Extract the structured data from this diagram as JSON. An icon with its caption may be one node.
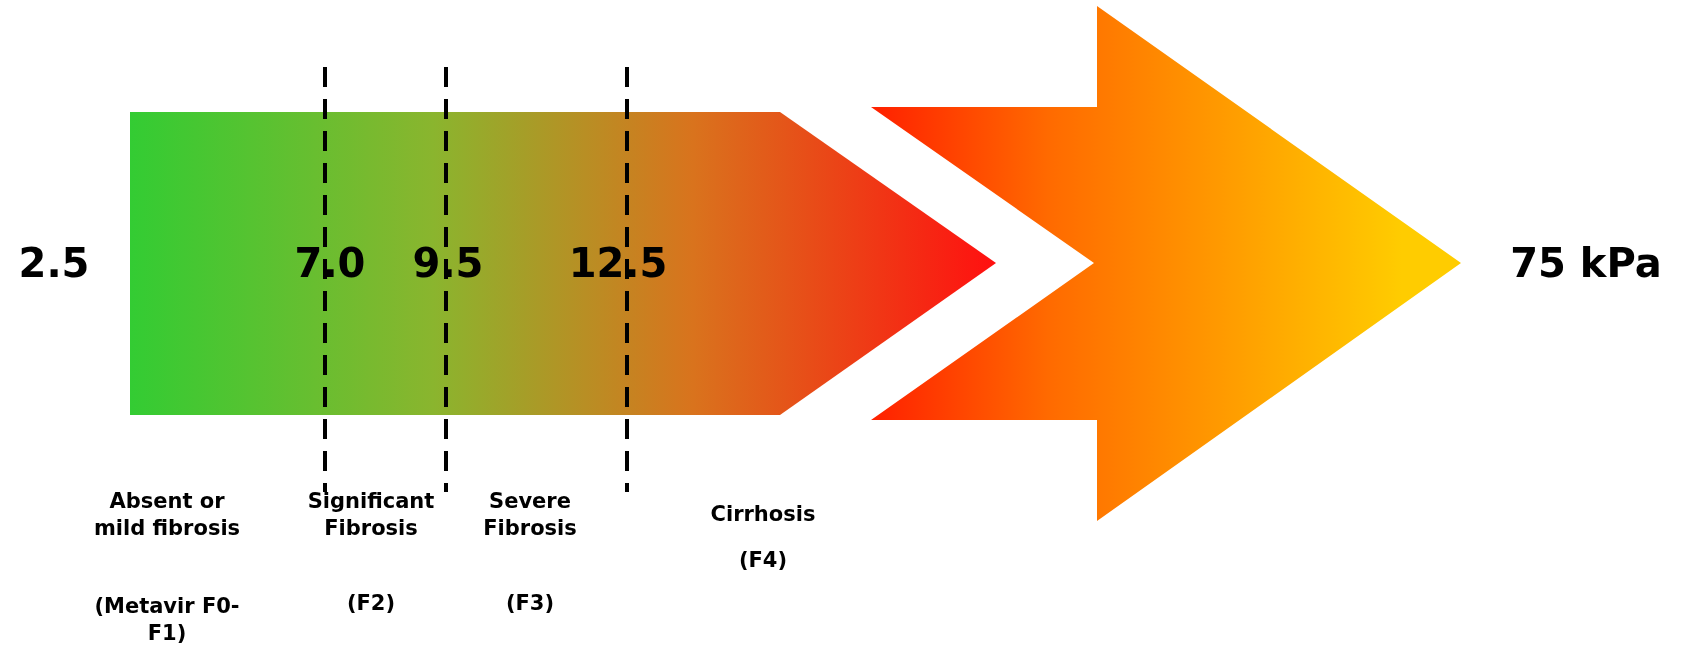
{
  "diagram": {
    "nodes": [
      {
        "text": [
          "7.0",
          "9.5",
          "12.5"
        ]
      },
      {
        "text": [],
        "shape": "arrow"
      }
    ],
    "labels": [
      "2.5",
      "75 kPa",
      "Absent or mild fibrosis",
      "(Metavir F0-F1)",
      "Significant Fibrosis",
      "(F2)",
      "Severe Fibrosis",
      "(F3)",
      "Cirrhosis",
      "(F4)"
    ]
  }
}
